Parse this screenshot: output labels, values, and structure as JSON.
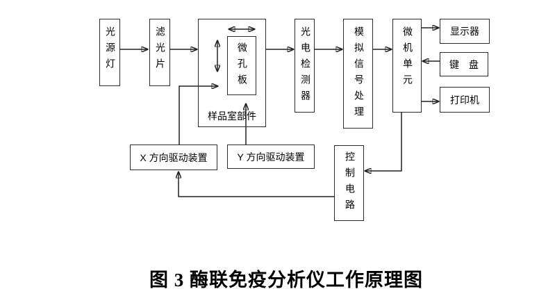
{
  "figure": {
    "caption": "图 3 酶联免疫分析仪工作原理图",
    "nodes": {
      "light_source": {
        "label": "光源灯"
      },
      "filter": {
        "label": "滤光片"
      },
      "sample_chamber": {
        "label": "样品室部件"
      },
      "microplate": {
        "label": "微孔板"
      },
      "photodetector": {
        "label": "光电检测器"
      },
      "analog_processor": {
        "label": "模拟信号处理"
      },
      "micro_unit": {
        "label": "微机单元"
      },
      "display": {
        "label": "显示器"
      },
      "keyboard": {
        "label": "键　盘"
      },
      "printer": {
        "label": "打印机"
      },
      "x_driver": {
        "label": "X 方向驱动装置"
      },
      "y_driver": {
        "label": "Y 方向驱动装置"
      },
      "control_circuit": {
        "label": "控制电路"
      }
    },
    "connections": [
      {
        "from": "light_source",
        "to": "filter",
        "style": "arrow"
      },
      {
        "from": "filter",
        "to": "sample_chamber",
        "style": "arrow"
      },
      {
        "from": "sample_chamber",
        "to": "photodetector",
        "style": "arrow"
      },
      {
        "from": "photodetector",
        "to": "analog_processor",
        "style": "arrow"
      },
      {
        "from": "analog_processor",
        "to": "micro_unit",
        "style": "arrow"
      },
      {
        "from": "micro_unit",
        "to": "display",
        "style": "arrow"
      },
      {
        "from": "keyboard",
        "to": "micro_unit",
        "style": "arrow"
      },
      {
        "from": "micro_unit",
        "to": "printer",
        "style": "arrow"
      },
      {
        "from": "micro_unit",
        "to": "control_circuit",
        "style": "arrow"
      },
      {
        "from": "control_circuit",
        "to": "x_driver",
        "style": "arrow"
      },
      {
        "from": "x_driver",
        "to": "sample_chamber",
        "style": "arrow"
      },
      {
        "from": "y_driver",
        "to": "microplate",
        "style": "arrow"
      },
      {
        "inside": "sample_chamber",
        "style": "double-arrow-horizontal"
      },
      {
        "inside": "sample_chamber",
        "style": "double-arrow-vertical"
      }
    ],
    "colors": {
      "line": "#222222",
      "border": "#2b2b2b",
      "background": "#ffffff",
      "text": "#000000"
    }
  }
}
